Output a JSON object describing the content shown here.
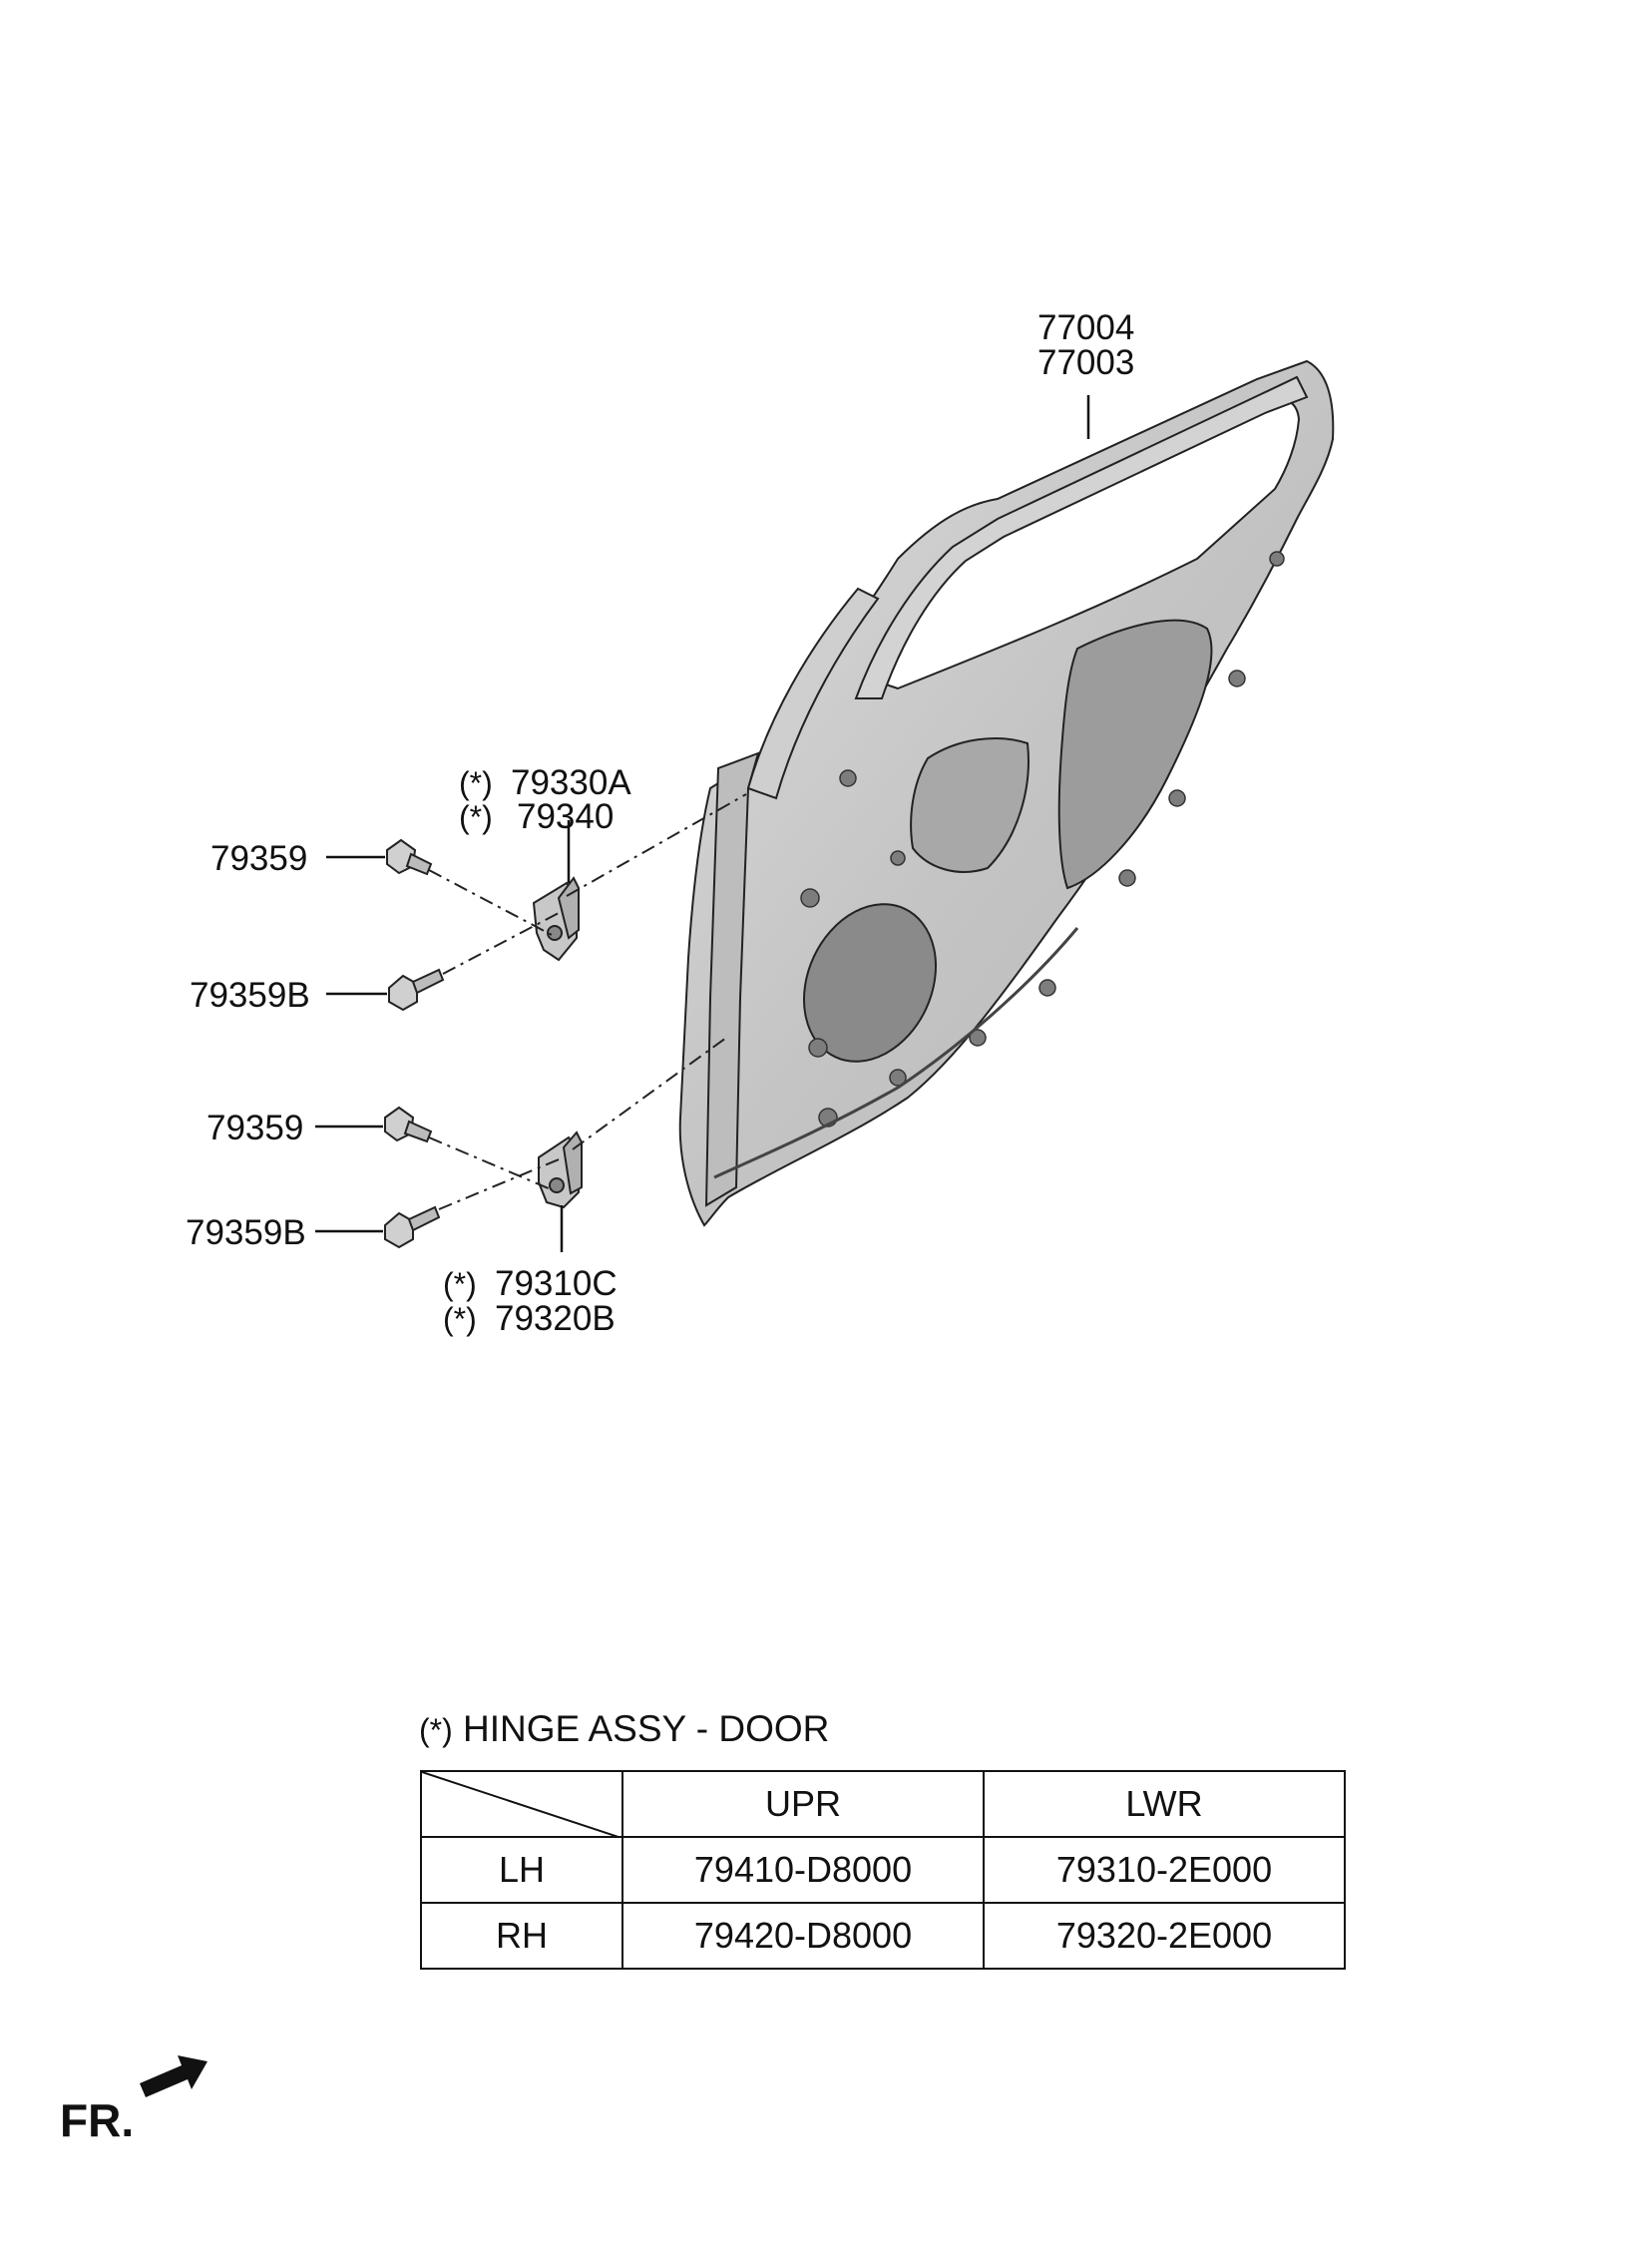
{
  "callouts": {
    "door_panel_1": "77004",
    "door_panel_2": "77003",
    "upper_hinge_1": "79330A",
    "upper_hinge_2": "79340",
    "lower_hinge_1": "79310C",
    "lower_hinge_2": "79320B",
    "bolt_upper_a": "79359",
    "bolt_upper_b": "79359B",
    "bolt_lower_a": "79359",
    "bolt_lower_b": "79359B",
    "asterisk": "(*)"
  },
  "hinge_table": {
    "title": "HINGE ASSY - DOOR",
    "title_marker": "(*)",
    "headers": [
      "",
      "UPR",
      "LWR"
    ],
    "rows": [
      {
        "side": "LH",
        "upr": "79410-D8000",
        "lwr": "79310-2E000"
      },
      {
        "side": "RH",
        "upr": "79420-D8000",
        "lwr": "79320-2E000"
      }
    ]
  },
  "orientation": {
    "label": "FR."
  },
  "colors": {
    "line": "#111111",
    "panel_fill": "#c9c9c9",
    "panel_dark": "#8f8f8f",
    "panel_light": "#e2e2e2"
  }
}
